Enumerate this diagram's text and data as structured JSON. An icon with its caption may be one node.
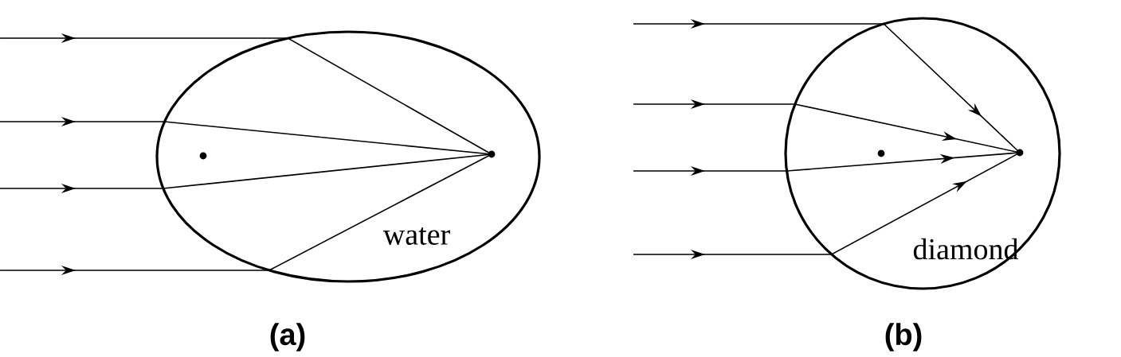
{
  "diagram": {
    "nodes": [
      {
        "text": [
          "water"
        ]
      },
      {
        "text": [
          "diamond"
        ]
      }
    ],
    "labels": [
      "(a)",
      "(b)"
    ]
  }
}
